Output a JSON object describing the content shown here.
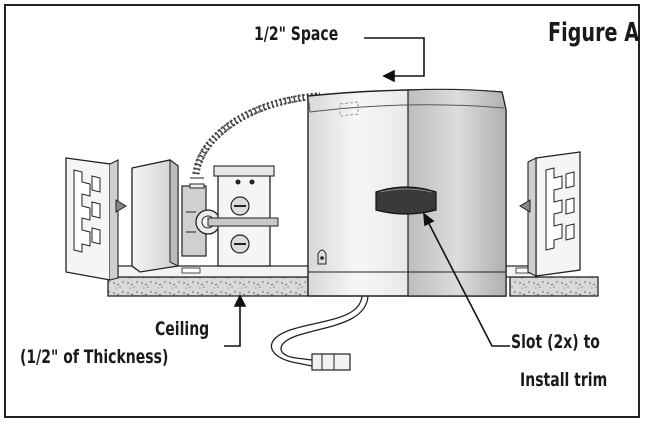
{
  "figure": {
    "title": "Figure A",
    "callouts": {
      "space": "1/2\" Space",
      "ceiling_line1": "Ceiling",
      "ceiling_line2": "(1/2\" of Thickness)",
      "slot_line1": "Slot (2x) to",
      "slot_line2": "Install trim"
    }
  },
  "colors": {
    "line": "#222222",
    "housing_light": "#f2f2f2",
    "housing_shade": "#c9c9c9",
    "ceiling_fill": "#d6d6d6"
  }
}
